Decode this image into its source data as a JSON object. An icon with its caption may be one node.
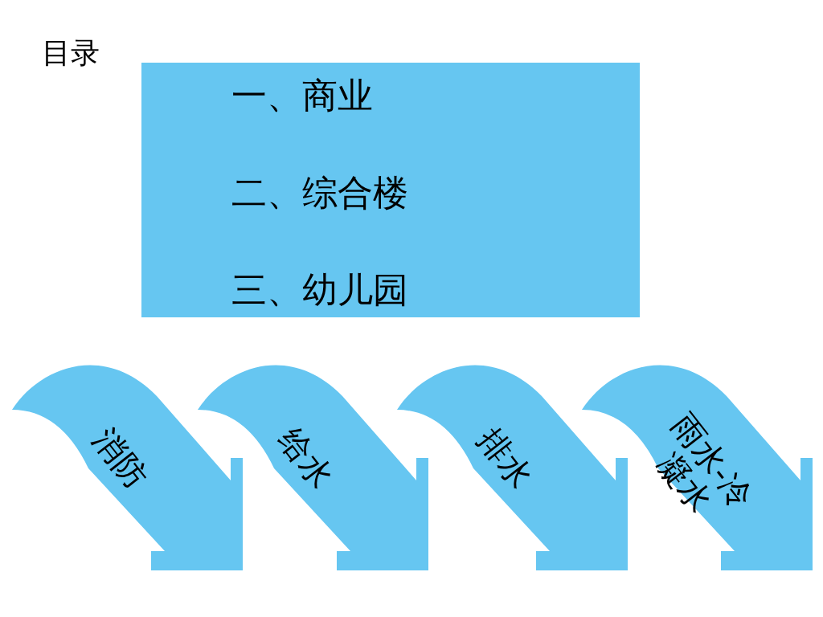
{
  "diagram": {
    "title": "目录",
    "nodes": [
      {
        "text": [
          "一、商业",
          "二、综合楼",
          "三、幼儿园"
        ]
      },
      {
        "text": [
          "消防"
        ]
      },
      {
        "text": [
          "给水"
        ]
      },
      {
        "text": [
          "排水"
        ]
      },
      {
        "text": [
          "雨水-冷凝水"
        ]
      }
    ]
  }
}
